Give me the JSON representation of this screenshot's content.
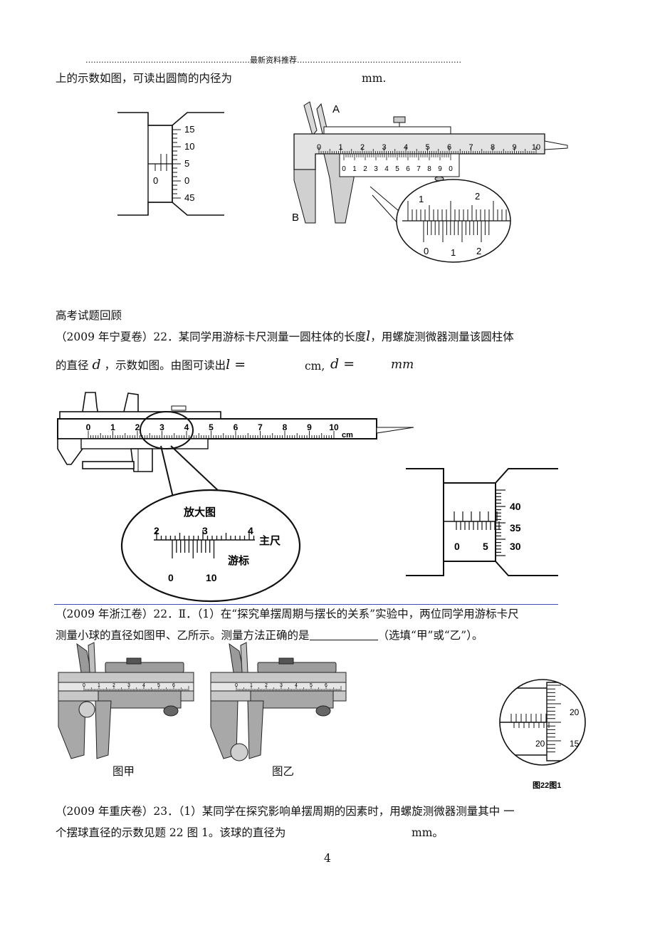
{
  "header": {
    "text": "………………………………………………………最新资料推荐………………………………………………………"
  },
  "intro_line": {
    "text": "上的示数如图，可读出圆筒的内径为",
    "unit": "mm."
  },
  "fig1": {
    "micrometer_scale": [
      "15",
      "10",
      "5",
      "0",
      "45"
    ],
    "main_zero": "0",
    "caliper_label_a": "A",
    "caliper_label_b": "B",
    "main_scale": [
      "0",
      "1",
      "2",
      "3",
      "4",
      "5",
      "6",
      "7",
      "8",
      "9",
      "10"
    ],
    "vernier_scale": [
      "0",
      "1",
      "2",
      "3",
      "4",
      "5",
      "6",
      "7",
      "8",
      "9",
      "0"
    ],
    "zoom_top": [
      "1",
      "2"
    ],
    "zoom_bottom": [
      "0",
      "1",
      "2"
    ]
  },
  "section_title": "高考试题回顾",
  "q1": {
    "line1": "（2009 年宁夏卷）22．某同学用游标卡尺测量一圆柱体的长度",
    "var_l": "l",
    "line1_end": "，用螺旋测微器测量该圆柱体",
    "line2_a": "的直径",
    "var_d": "d",
    "line2_b": "，示数如图。由图可读出",
    "eq_l": "l =",
    "unit_cm": "cm,",
    "eq_d": "d =",
    "unit_mm": "mm"
  },
  "fig2": {
    "main_scale": [
      "0",
      "1",
      "2",
      "3",
      "4",
      "5",
      "6",
      "7",
      "8",
      "9",
      "10"
    ],
    "unit": "cm",
    "zoom_title": "放大图",
    "zoom_main": [
      "2",
      "3",
      "4"
    ],
    "zoom_main_label": "主尺",
    "zoom_vernier": [
      "0",
      "10"
    ],
    "zoom_vernier_label": "游标",
    "micrometer_scale": [
      "40",
      "35",
      "30"
    ],
    "micrometer_main": [
      "0",
      "5"
    ]
  },
  "q2": {
    "line1": "（2009 年浙江卷）22．Ⅱ．（1）在“探究单摆周期与摆长的关系”实验中，两位同学用游标卡尺",
    "line2_a": "测量小球的直径如图甲、乙所示。测量方法正确的是",
    "line2_b": "（选填“甲”或“乙”）。"
  },
  "fig3": {
    "label_jia": "图甲",
    "label_yi": "图乙",
    "main_scale": [
      "0",
      "1",
      "2",
      "3",
      "4",
      "5",
      "6"
    ],
    "micrometer_scale": [
      "20",
      "15"
    ],
    "micrometer_left": "20",
    "caption": "图22图1"
  },
  "q3": {
    "line1": "（2009 年重庆卷）23．（1）某同学在探究影响单摆周期的因素时，用螺旋测微器测量其中   一",
    "line2": "个摆球直径的示数见题 22 图 1。该球的直径为",
    "unit": "mm。"
  },
  "page_number": "4"
}
